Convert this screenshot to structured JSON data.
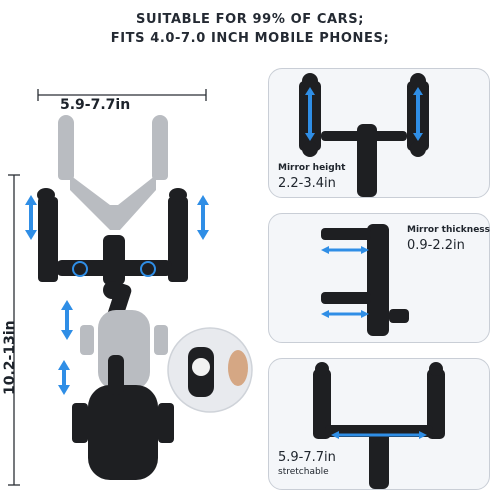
{
  "headline": {
    "line1": "SUITABLE FOR 99% OF CARS;",
    "line2": "FITS 4.0-7.0 INCH MOBILE PHONES;"
  },
  "dimensions": {
    "width_range": "5.9-7.7in",
    "height_range": "10.2-13in"
  },
  "panels": {
    "mirror_height": {
      "label": "Mirror height",
      "value": "2.2-3.4in"
    },
    "mirror_thickness": {
      "label": "Mirror thickness",
      "value": "0.9-2.2in"
    },
    "stretchable": {
      "value": "5.9-7.7in",
      "label": "stretchable"
    }
  },
  "colors": {
    "accent_blue": "#2f8ee6",
    "product_black": "#1e1f22",
    "ghost_gray": "#b9bcc1",
    "panel_bg": "#f4f6f9"
  }
}
